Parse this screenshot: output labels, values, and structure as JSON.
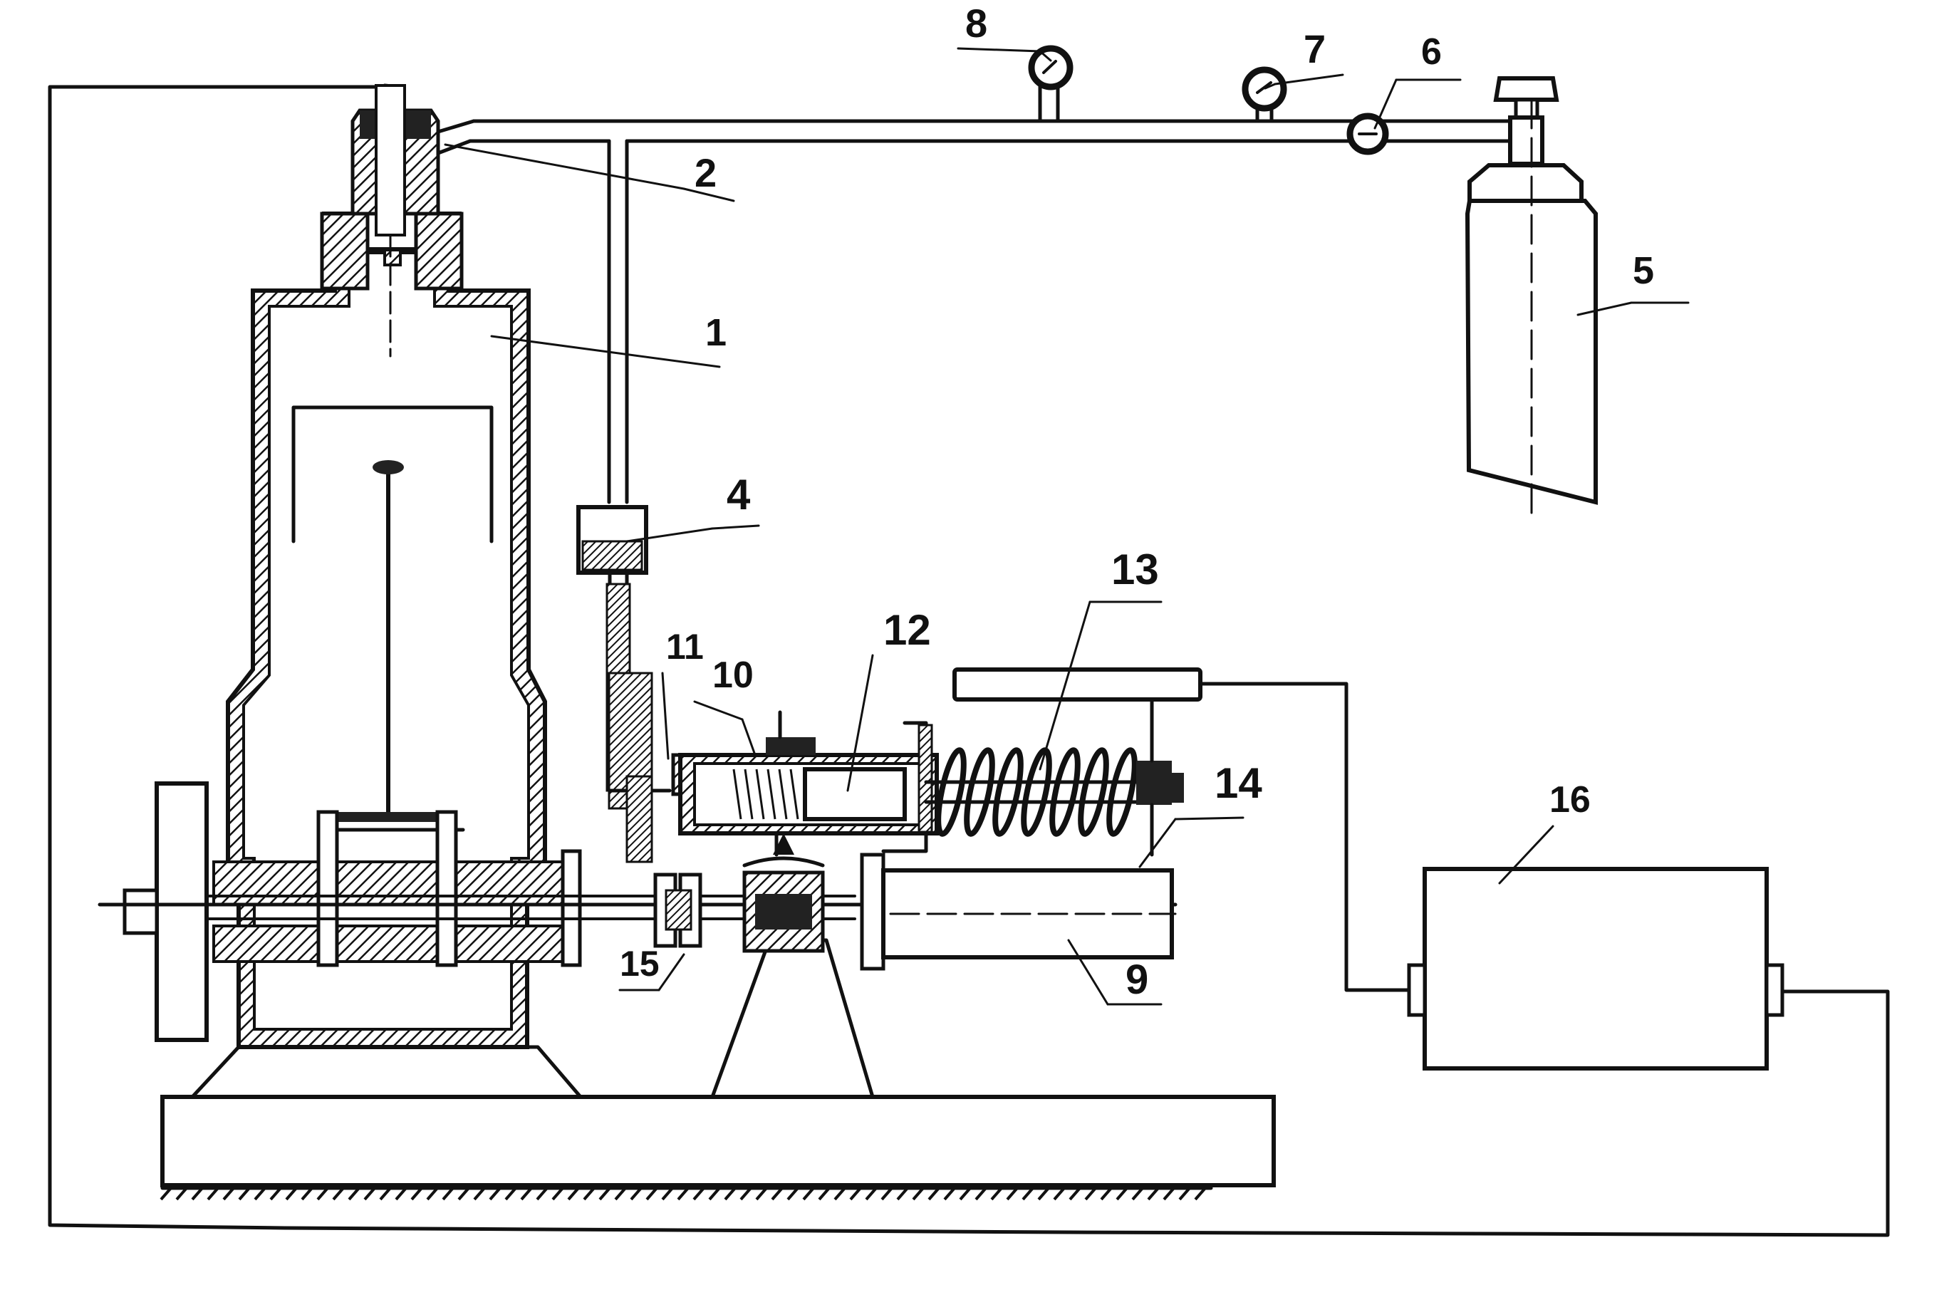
{
  "labels": {
    "l1": "1",
    "l2": "2",
    "l4": "4",
    "l5": "5",
    "l6": "6",
    "l7": "7",
    "l8": "8",
    "l9": "9",
    "l10": "10",
    "l11": "11",
    "l12": "12",
    "l13": "13",
    "l14": "14",
    "l15": "15",
    "l16": "16"
  }
}
